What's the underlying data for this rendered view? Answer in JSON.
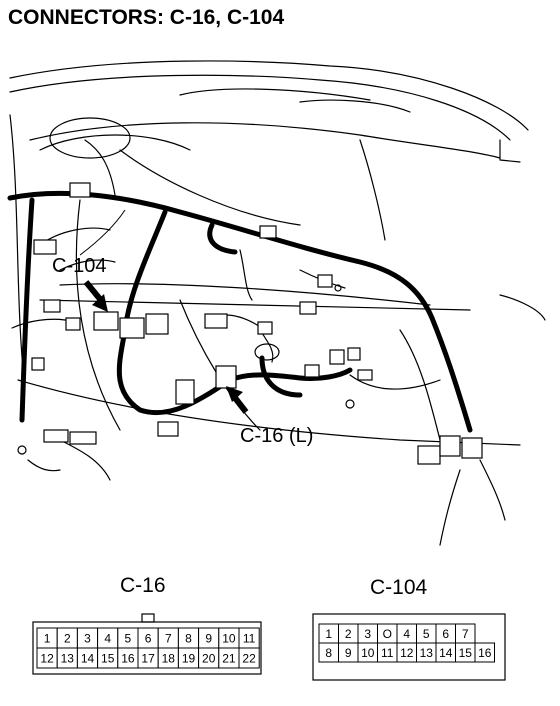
{
  "title": "CONNECTORS: C-16, C-104",
  "callouts": {
    "c104": "C-104",
    "c16": "C-16 (L)"
  },
  "connectors": {
    "c16": {
      "label": "C-16",
      "row1": [
        "1",
        "2",
        "3",
        "4",
        "5",
        "6",
        "7",
        "8",
        "9",
        "10",
        "11"
      ],
      "row2": [
        "12",
        "13",
        "14",
        "15",
        "16",
        "17",
        "18",
        "19",
        "20",
        "21",
        "22"
      ]
    },
    "c104": {
      "label": "C-104",
      "row1": [
        "1",
        "2",
        "3",
        "O",
        "4",
        "5",
        "6",
        "7"
      ],
      "row2": [
        "8",
        "9",
        "10",
        "11",
        "12",
        "13",
        "14",
        "15",
        "16"
      ]
    }
  },
  "icons": [
    "wiring-harness-illustration",
    "pointer-arrow-icon"
  ]
}
